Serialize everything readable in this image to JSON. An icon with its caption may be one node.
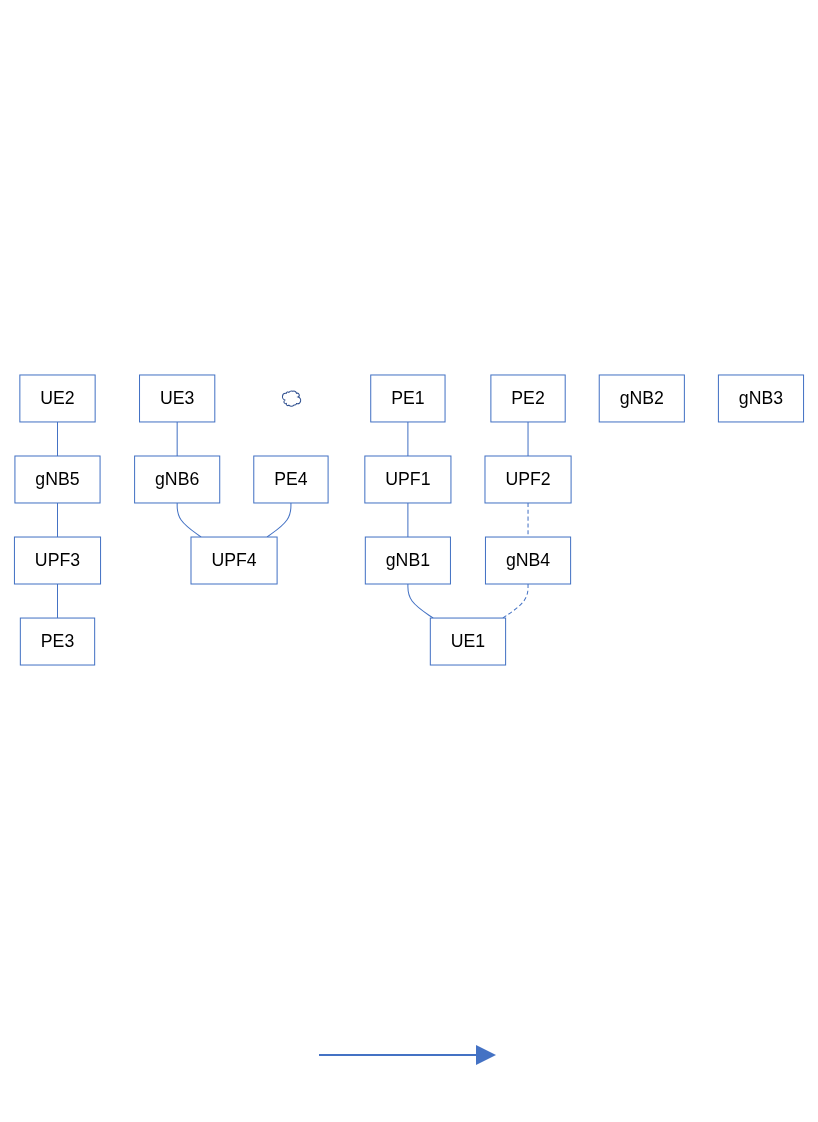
{
  "diagram": {
    "nodes": [
      {
        "text": [
          "UE2"
        ]
      },
      {
        "text": [
          "UE3"
        ]
      },
      {
        "text": [
          "gNB5"
        ]
      },
      {
        "text": [
          "gNB6"
        ]
      },
      {
        "text": [
          "UPF3"
        ]
      },
      {
        "text": [
          "PE3"
        ]
      },
      {
        "text": [
          "PE4"
        ]
      },
      {
        "text": [
          "UPF4"
        ]
      },
      {
        "text": [],
        "shape": "cloud"
      },
      {
        "text": [
          "PE1"
        ]
      },
      {
        "text": [
          "PE2"
        ]
      },
      {
        "text": [
          "UPF1"
        ]
      },
      {
        "text": [
          "UPF2"
        ]
      },
      {
        "text": [
          "gNB1"
        ]
      },
      {
        "text": [
          "gNB2"
        ]
      },
      {
        "text": [
          "gNB3"
        ]
      },
      {
        "text": [
          "gNB4"
        ]
      },
      {
        "text": [
          "UE1"
        ]
      }
    ],
    "edges": [
      {
        "from": 0,
        "to": 2,
        "arrow": "none"
      },
      {
        "from": 2,
        "to": 4,
        "arrow": "none"
      },
      {
        "from": 4,
        "to": 5,
        "arrow": "none"
      },
      {
        "from": 1,
        "to": 3,
        "arrow": "none"
      },
      {
        "from": 3,
        "to": 7,
        "arrow": "none"
      },
      {
        "from": 6,
        "to": 7,
        "arrow": "none"
      },
      {
        "from": 9,
        "to": 11,
        "arrow": "none"
      },
      {
        "from": 11,
        "to": 13,
        "arrow": "none"
      },
      {
        "from": 10,
        "to": 12,
        "arrow": "none"
      },
      {
        "from": 12,
        "to": 16,
        "arrow": "none",
        "style": "dashed"
      },
      {
        "from": 13,
        "to": 17,
        "arrow": "none"
      },
      {
        "from": 16,
        "to": 17,
        "arrow": "none",
        "style": "dashed"
      }
    ]
  }
}
